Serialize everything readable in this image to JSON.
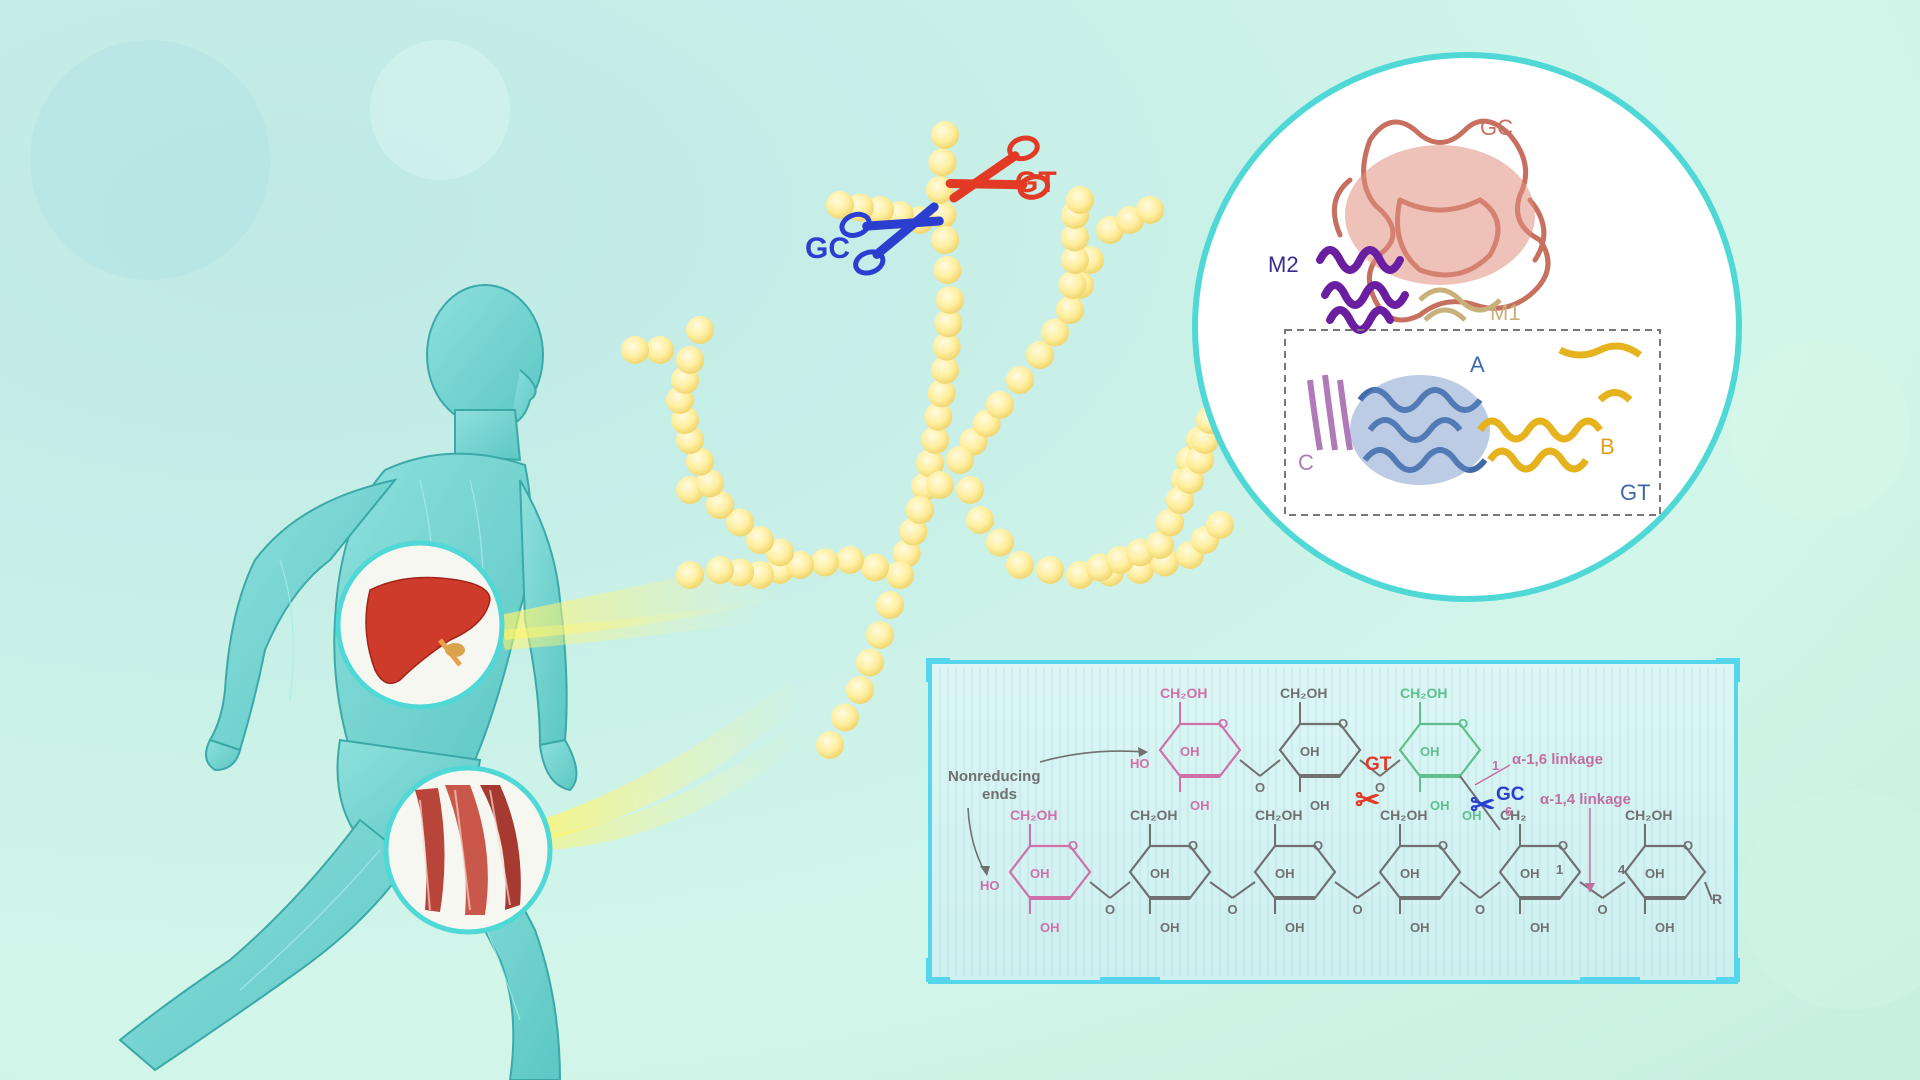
{
  "colors": {
    "background": "#cdf3e8",
    "glycogen_bead": "#fff0a8",
    "gc": "#2a3fd0",
    "gt": "#e23a24",
    "circle_border": "#4fd8d6",
    "panel_border": "#55d6ec",
    "pink_sugar": "#d070a8",
    "green_sugar": "#5fbf8f",
    "chain_sugar": "#707070"
  },
  "scissors": {
    "gt_label": "GT",
    "gc_label": "GC"
  },
  "structure": {
    "gc": "GC",
    "m2": "M2",
    "m1": "M1",
    "a": "A",
    "b": "B",
    "c": "C",
    "gt": "GT"
  },
  "chem": {
    "ch2oh": "CH₂OH",
    "ch2": "CH₂",
    "oh": "OH",
    "ho": "HO",
    "o": "O",
    "r": "R",
    "nonreducing_1": "Nonreducing",
    "nonreducing_2": "ends",
    "gt": "GT",
    "gc": "GC",
    "linkage16": "α-1,6 linkage",
    "linkage14": "α-1,4 linkage",
    "n1": "1",
    "n4": "4",
    "n6": "6"
  },
  "icons": [
    "human-body",
    "liver-icon",
    "muscle-icon",
    "scissors-icon",
    "protein-structure"
  ]
}
